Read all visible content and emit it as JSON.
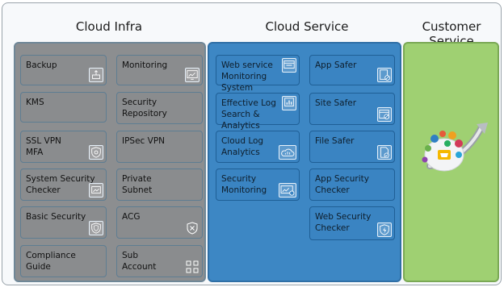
{
  "columns": {
    "infra": {
      "title": "Cloud Infra"
    },
    "service": {
      "title": "Cloud Service"
    },
    "customer": {
      "title": "Customer Service"
    }
  },
  "infra_left": [
    {
      "label": "Backup",
      "icon": "backup-icon"
    },
    {
      "label": "KMS",
      "icon": ""
    },
    {
      "label": "SSL VPN\nMFA",
      "icon": "shield-gear-icon"
    },
    {
      "label": "System Security\nChecker",
      "icon": "chart-check-icon"
    },
    {
      "label": "Basic Security",
      "icon": "shield-icon"
    },
    {
      "label": "Compliance\nGuide",
      "icon": ""
    }
  ],
  "infra_right": [
    {
      "label": "Monitoring",
      "icon": "monitor-chart-icon"
    },
    {
      "label": "Security\nRepository",
      "icon": ""
    },
    {
      "label": "IPSec VPN",
      "icon": ""
    },
    {
      "label": "Private\nSubnet",
      "icon": ""
    },
    {
      "label": "ACG",
      "icon": "shield-x-icon"
    },
    {
      "label": "Sub\nAccount",
      "icon": "org-chart-icon"
    }
  ],
  "service_left": [
    {
      "label": "Web service\nMonitoring System",
      "icon": "monitor-window-icon"
    },
    {
      "label": "Effective Log\nSearch & Analytics",
      "icon": "log-chart-icon"
    },
    {
      "label": "Cloud Log\nAnalytics",
      "icon": "cloud-chart-icon"
    },
    {
      "label": "Security\nMonitoring",
      "icon": "monitor-gear-icon"
    }
  ],
  "service_right": [
    {
      "label": "App Safer",
      "icon": "doc-block-icon"
    },
    {
      "label": "Site Safer",
      "icon": "window-block-icon"
    },
    {
      "label": "File Safer",
      "icon": "file-check-icon"
    },
    {
      "label": "App Security\nChecker",
      "icon": ""
    },
    {
      "label": "Web Security\nChecker",
      "icon": "shield-bolt-icon"
    }
  ]
}
